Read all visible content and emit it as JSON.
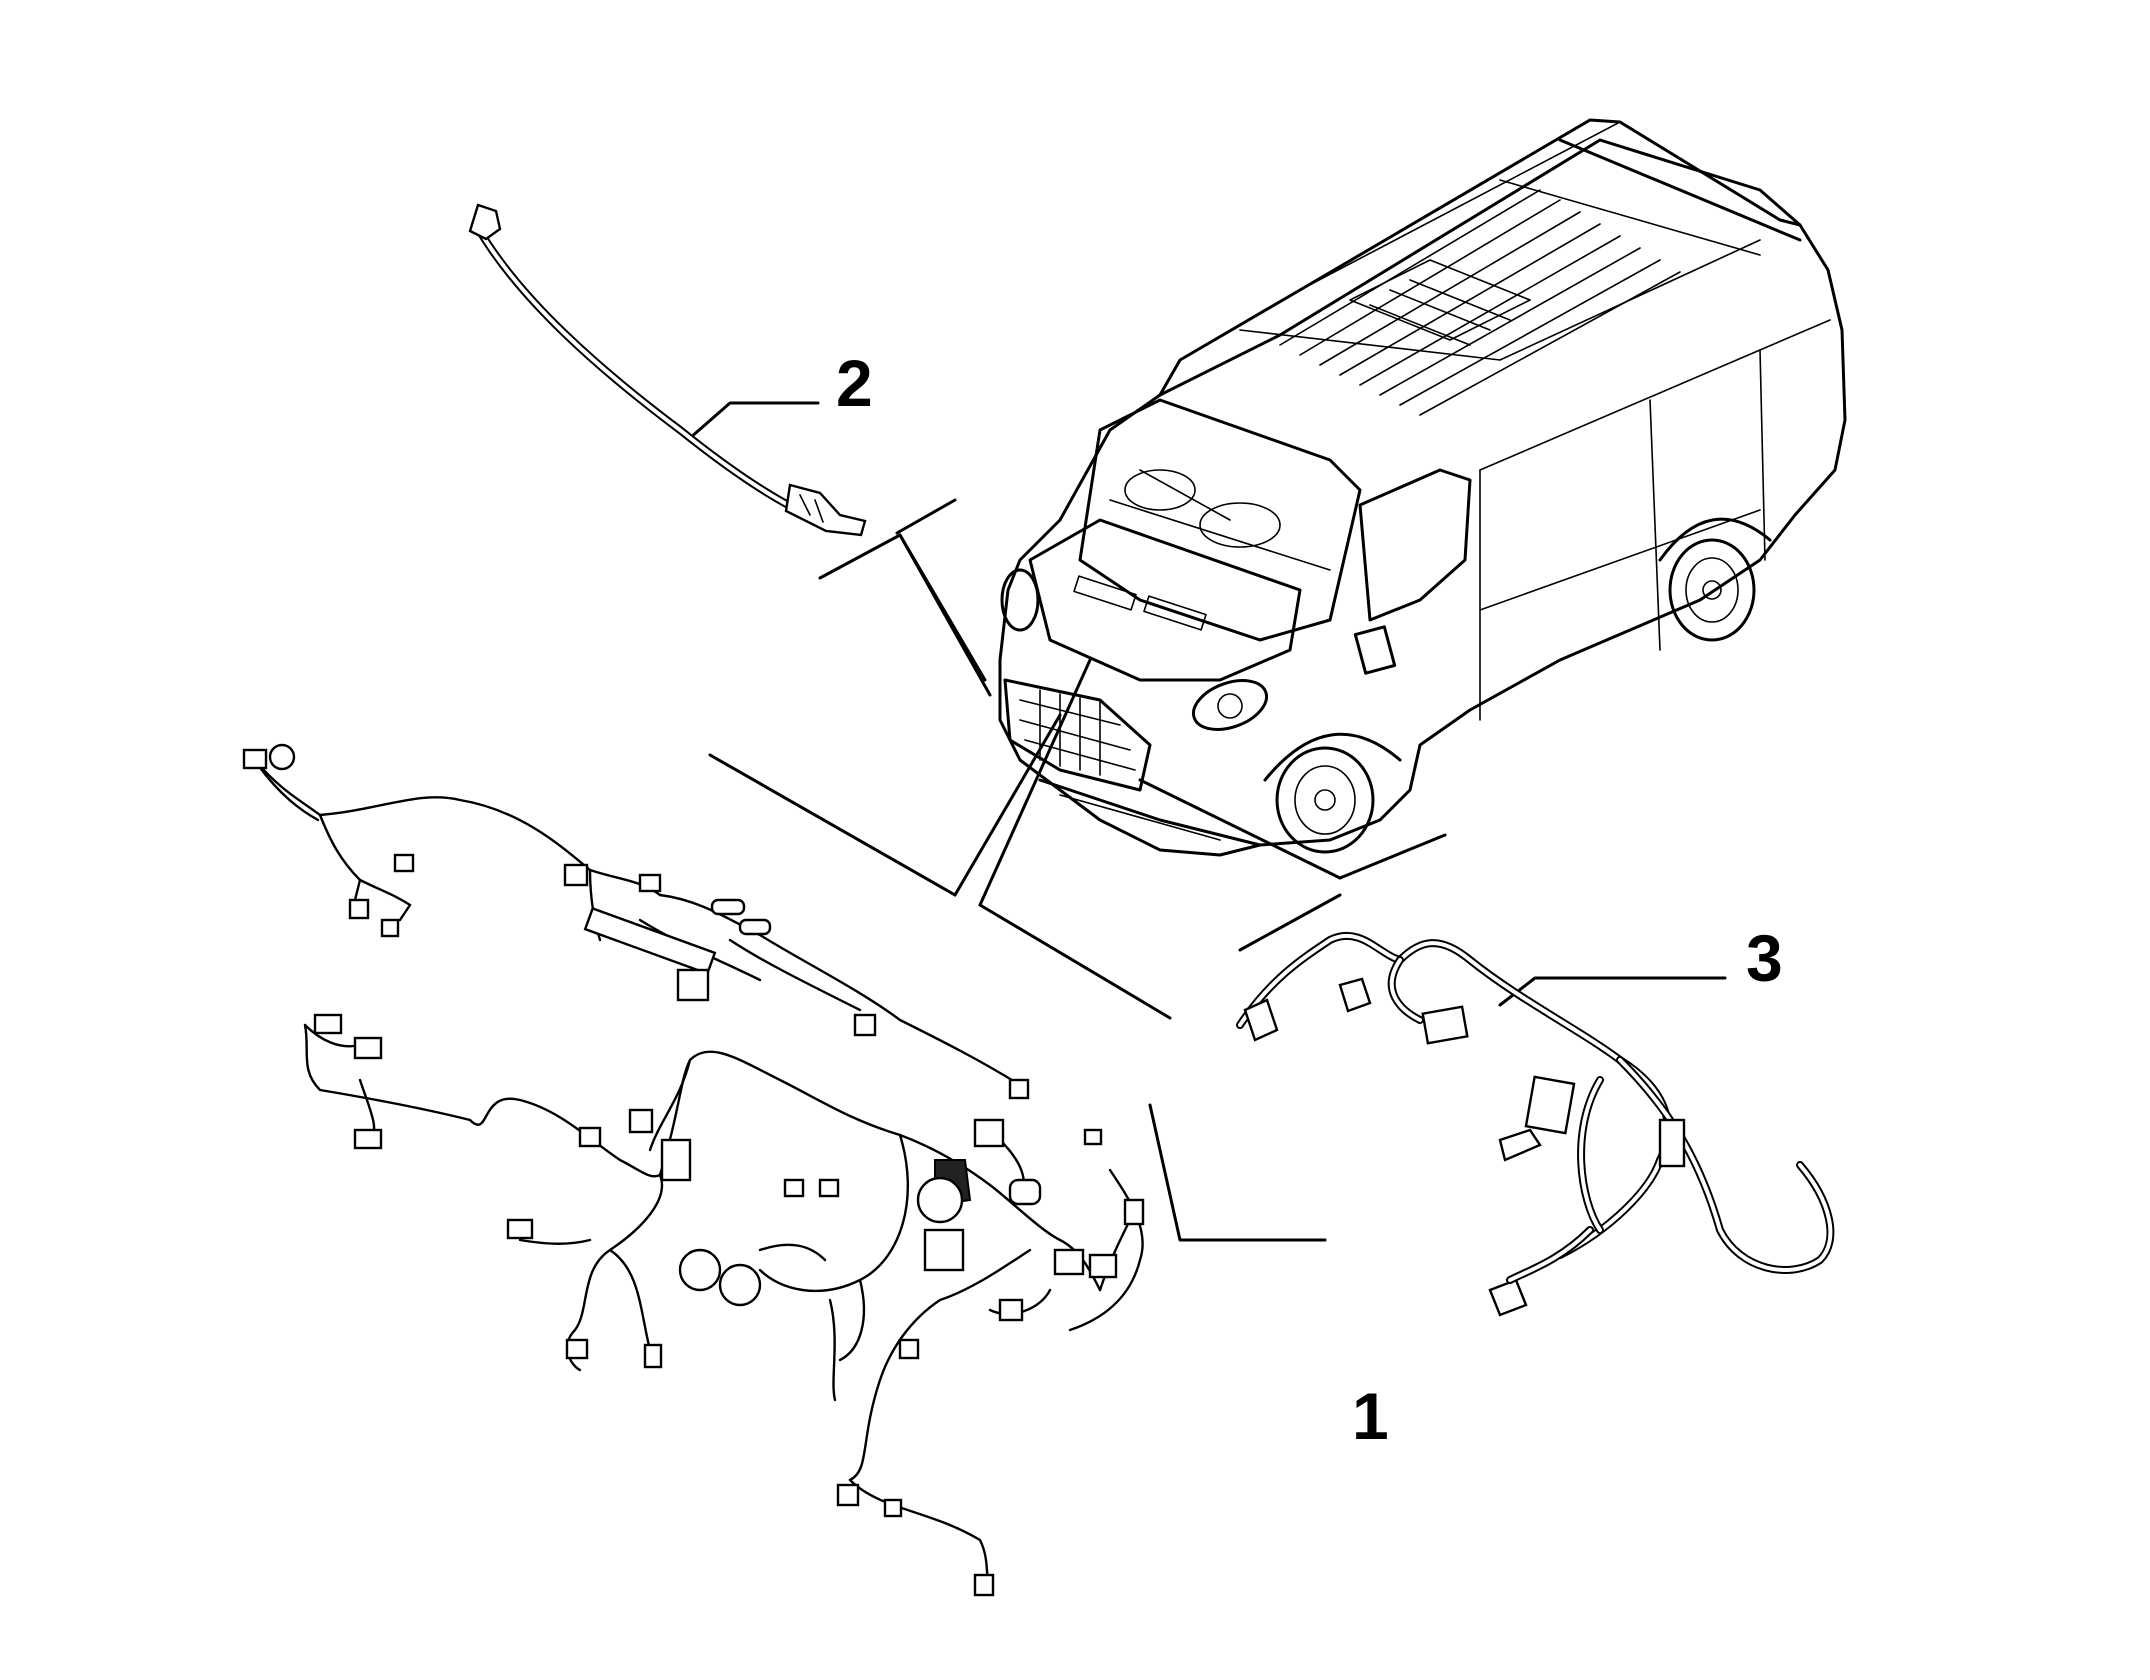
{
  "callouts": {
    "item_1": "1",
    "item_2": "2",
    "item_3": "3"
  },
  "colors": {
    "ink": "#000000",
    "background": "#ffffff"
  }
}
